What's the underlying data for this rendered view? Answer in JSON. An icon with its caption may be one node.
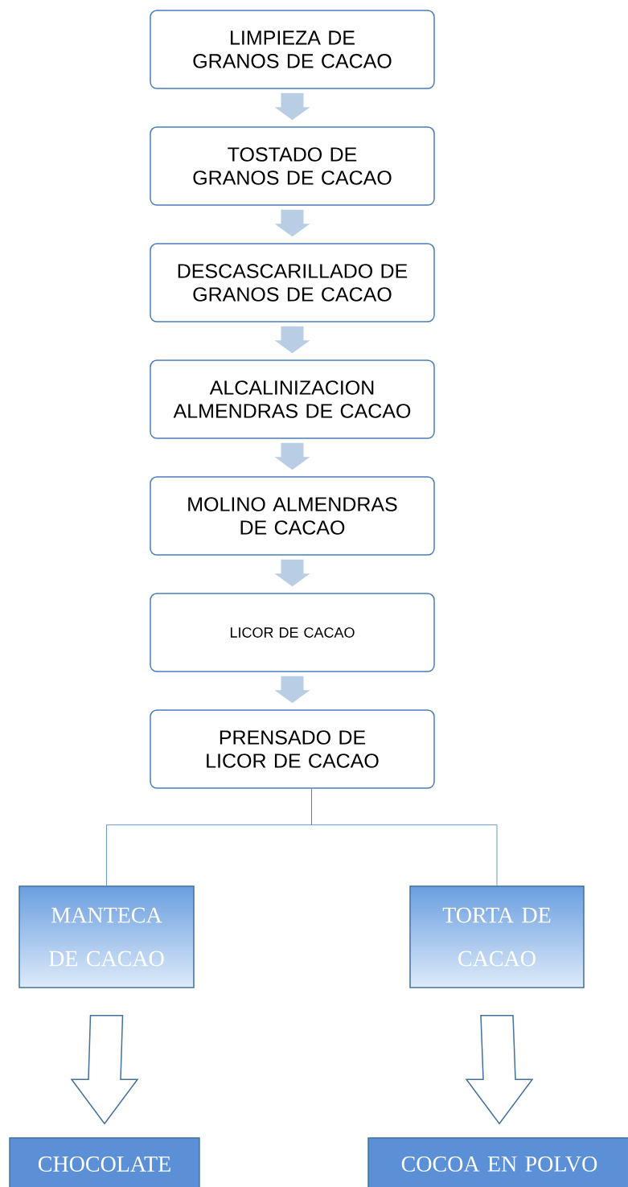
{
  "diagram": {
    "nodes": [
      {
        "text": [
          "LIMPIEZA DE GRANOS DE CACAO"
        ]
      },
      {
        "text": [
          "TOSTADO DE GRANOS DE CACAO"
        ]
      },
      {
        "text": [
          "DESCASCARILLADO DE GRANOS DE CACAO"
        ]
      },
      {
        "text": [
          "ALCALINIZACION ALMENDRAS DE CACAO"
        ]
      },
      {
        "text": [
          "MOLINO ALMENDRAS DE CACAO"
        ]
      },
      {
        "text": [
          "LICOR DE CACAO"
        ]
      },
      {
        "text": [
          "PRENSADO DE LICOR DE CACAO"
        ]
      },
      {
        "text": [
          "MANTECA DE CACAO"
        ]
      },
      {
        "text": [
          "TORTA DE CACAO"
        ]
      },
      {
        "text": [
          "CHOCOLATE"
        ]
      },
      {
        "text": [
          "COCOA EN POLVO"
        ]
      }
    ],
    "edges": [
      {
        "from": 0,
        "to": 1,
        "arrow": "to"
      },
      {
        "from": 1,
        "to": 2,
        "arrow": "to"
      },
      {
        "from": 2,
        "to": 3,
        "arrow": "to"
      },
      {
        "from": 3,
        "to": 4,
        "arrow": "to"
      },
      {
        "from": 4,
        "to": 5,
        "arrow": "to"
      },
      {
        "from": 5,
        "to": 6,
        "arrow": "to"
      },
      {
        "from": 6,
        "to": 7,
        "arrow": "none"
      },
      {
        "from": 6,
        "to": 8,
        "arrow": "none"
      },
      {
        "from": 7,
        "to": 9,
        "arrow": "to",
        "color": "#41719c"
      },
      {
        "from": 8,
        "to": 10,
        "arrow": "to",
        "color": "#41719c"
      }
    ]
  }
}
